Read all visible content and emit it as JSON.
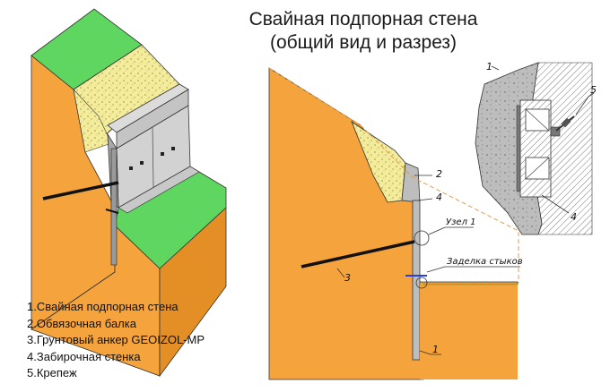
{
  "title": {
    "line1": "Свайная подпорная стена",
    "line2": "(общий вид и разрез)"
  },
  "section_callouts": {
    "uzel": "Узел 1",
    "zadelka": "Заделка стыков",
    "n1": "1",
    "n2": "2",
    "n3": "3",
    "n4": "4"
  },
  "detail_callouts": {
    "n1": "1",
    "n4": "4",
    "n5": "5"
  },
  "legend": [
    "1.Свайная подпорная стена",
    "2.Обвязочная балка",
    "3.Грунтовый анкер GEOIZOL-MP",
    "4.Забирочная стенка",
    "5.Крепеж"
  ],
  "colors": {
    "soil": "#f5a33c",
    "grass": "#5fd65f",
    "gravel": "#f3ec9c",
    "concrete": "#cfcfcf",
    "anchor": "#111111",
    "outline": "#333333"
  }
}
